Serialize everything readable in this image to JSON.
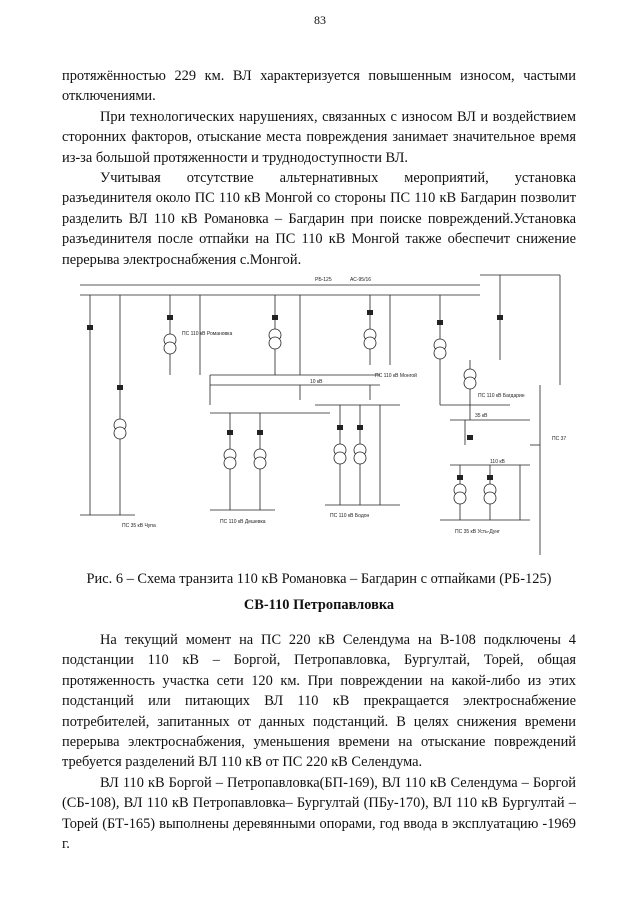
{
  "page_number": "83",
  "paragraphs_top": [
    "протяжённостью 229 км. ВЛ характеризуется повышенным износом, частыми отключениями.",
    "При технологических нарушениях, связанных с износом ВЛ и воздействием сторонних факторов, отыскание места повреждения занимает значительное время из-за большой протяженности и труднодоступности ВЛ.",
    "Учитывая отсутствие альтернативных мероприятий, установка разъединителя около ПС 110 кВ Монгой со стороны ПС 110 кВ Багдарин позволит разделить ВЛ 110 кВ Романовка – Багдарин при поиске повреждений.Установка разъединителя после отпайки на ПС 110 кВ Монгой также обеспечит снижение перерыва электроснабжения с.Монгой."
  ],
  "figure": {
    "labels": {
      "rb125": "РБ-125",
      "ac95": "АС-95/16",
      "ps_romanovka": "ПС 110 кВ Романовка",
      "ps_mongoy": "ПС 110 кВ Монгой",
      "ps_bagdarin": "ПС 110 кВ Багдарин",
      "ps_chupa": "ПС 35 кВ Чупа",
      "ps_ps37": "ПС 37",
      "ps_bottom_left": "ПС 110 кВ Дешевка",
      "ps_bottom_mid": "ПС 110 кВ Бодон",
      "ps_bottom_right": "ПС 35 кВ Усть-Дунг",
      "k10": "10 кВ",
      "k35": "35 кВ",
      "k110": "110 кВ"
    }
  },
  "caption": "Рис. 6 – Схема транзита 110 кВ Романовка – Багдарин с отпайками (РБ-125)",
  "heading": "СВ-110 Петропавловка",
  "paragraphs_bottom": [
    "На текущий момент на ПС 220 кВ Селендума на В-108 подключены 4 подстанции 110 кВ – Боргой, Петропавловка, Бургултай, Торей, общая протяженность участка сети 120 км. При повреждении на какой-либо из этих подстанций или питающих ВЛ 110 кВ прекращается электроснабжение потребителей, запитанных от данных подстанций. В целях снижения времени перерыва электроснабжения, уменьшения времени на отыскание повреждений требуется разделений ВЛ 110 кВ от ПС 220 кВ Селендума.",
    "ВЛ 110 кВ Боргой – Петропавловка(БП-169), ВЛ 110 кВ Селендума – Боргой (СБ-108), ВЛ 110 кВ Петропавловка– Бургултай (ПБу-170), ВЛ 110 кВ Бургултай – Торей (БТ-165) выполнены деревянными опорами, год ввода в эксплуатацию -1969 г."
  ]
}
